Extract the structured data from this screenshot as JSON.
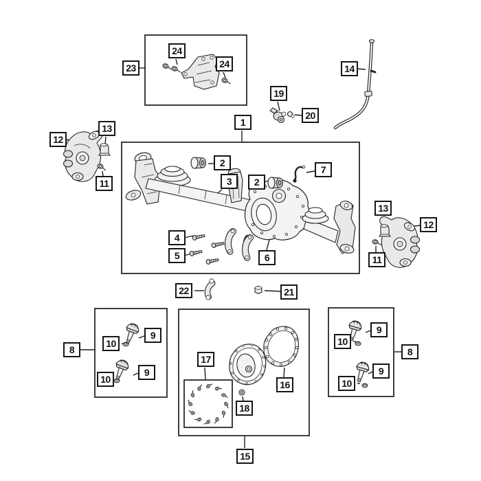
{
  "diagram": {
    "type": "exploded-parts-diagram",
    "subject": "front axle assembly parts diagram",
    "colors": {
      "background": "#ffffff",
      "line": "#1c1c1c",
      "callout_border": "#161616",
      "part_fill": "#ededed"
    },
    "callouts": {
      "c23": "23",
      "c24a": "24",
      "c24b": "24",
      "c14": "14",
      "c19": "19",
      "c20": "20",
      "c1": "1",
      "c2a": "2",
      "c3": "3",
      "c2b": "2",
      "c7": "7",
      "c4": "4",
      "c5": "5",
      "c6": "6",
      "c12L": "12",
      "c13L": "13",
      "c11L": "11",
      "c13R": "13",
      "c12R": "12",
      "c11R": "11",
      "c22": "22",
      "c21": "21",
      "c8L": "8",
      "c9La": "9",
      "c10La": "10",
      "c9Lb": "9",
      "c10Lb": "10",
      "c8R": "8",
      "c9Ra": "9",
      "c10Ra": "10",
      "c9Rb": "9",
      "c10Rb": "10",
      "c17": "17",
      "c16": "16",
      "c18": "18",
      "c15": "15"
    }
  }
}
